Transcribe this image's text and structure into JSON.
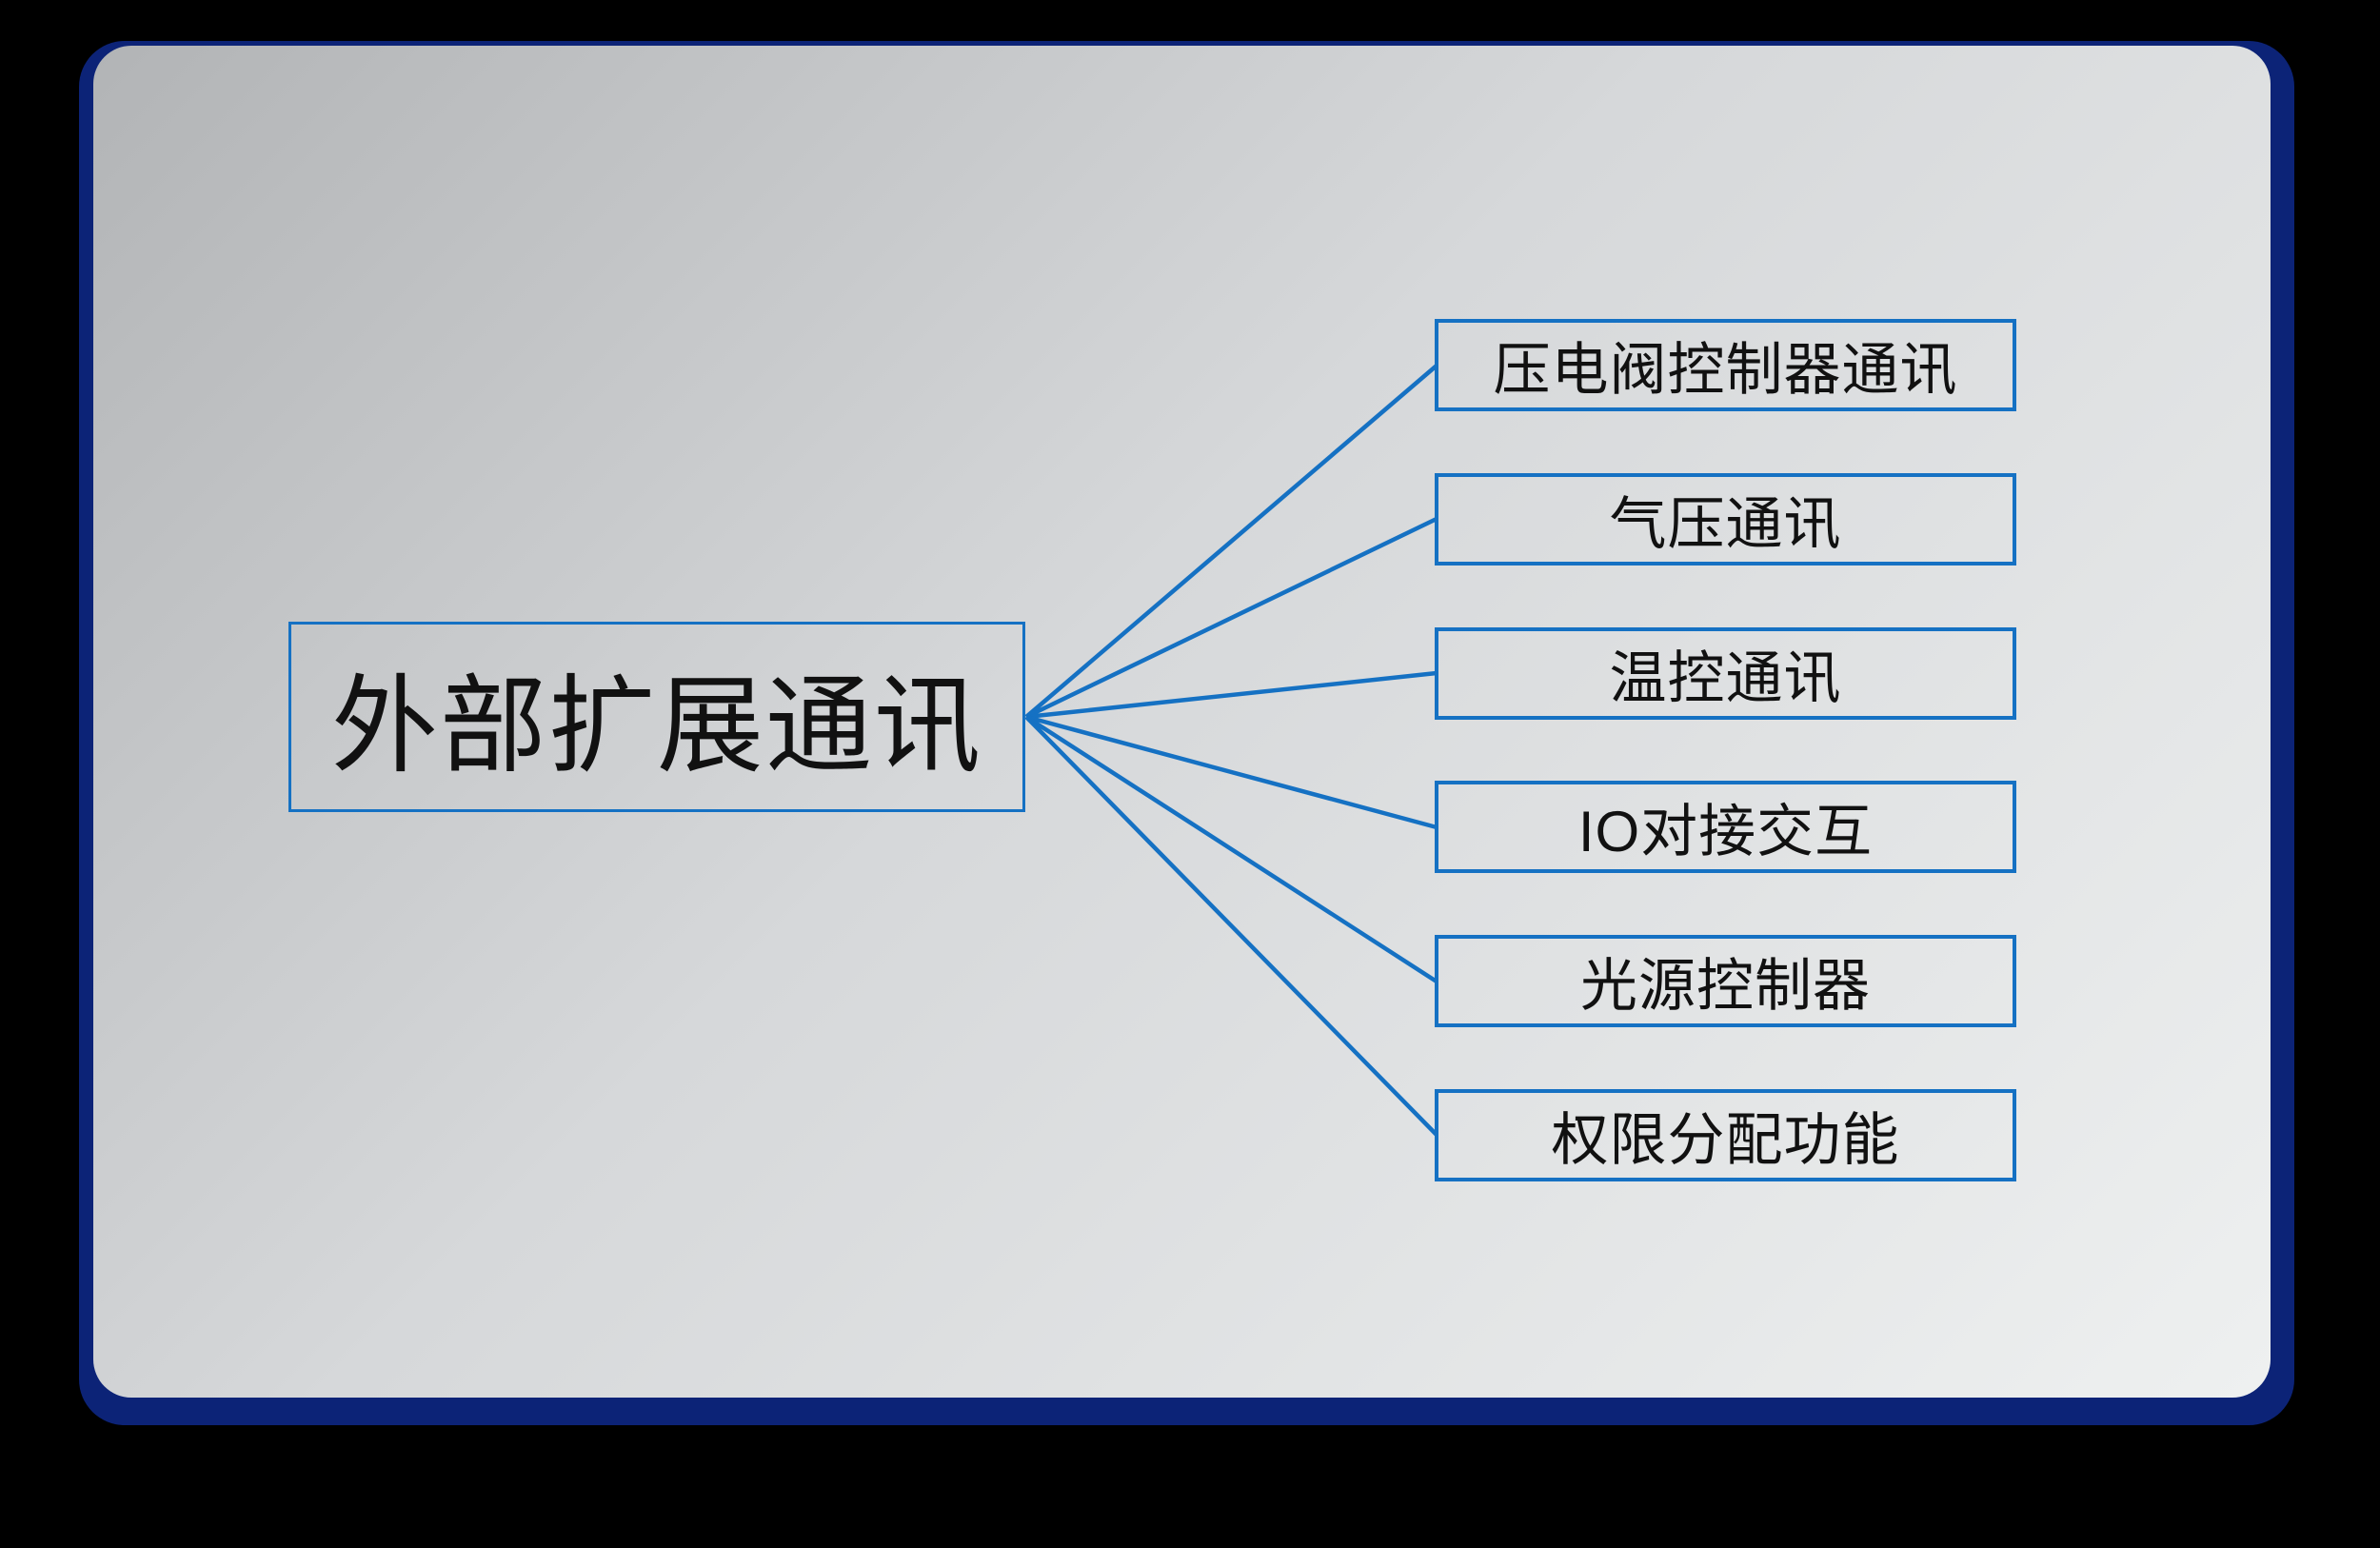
{
  "diagram": {
    "root": {
      "label": "外部扩展通讯"
    },
    "branches": [
      {
        "label": "压电阀控制器通讯"
      },
      {
        "label": "气压通讯"
      },
      {
        "label": "温控通讯"
      },
      {
        "label": "IO对接交互"
      },
      {
        "label": "光源控制器"
      },
      {
        "label": "权限分配功能"
      }
    ],
    "colors": {
      "node_border": "#1571c3",
      "connector_line": "#1571c3",
      "outer_frame": "#0c2377",
      "panel_gradient_start": "#b2b4b6",
      "panel_gradient_end": "#eef0f0",
      "text": "#111111",
      "page_background": "#000000"
    }
  }
}
